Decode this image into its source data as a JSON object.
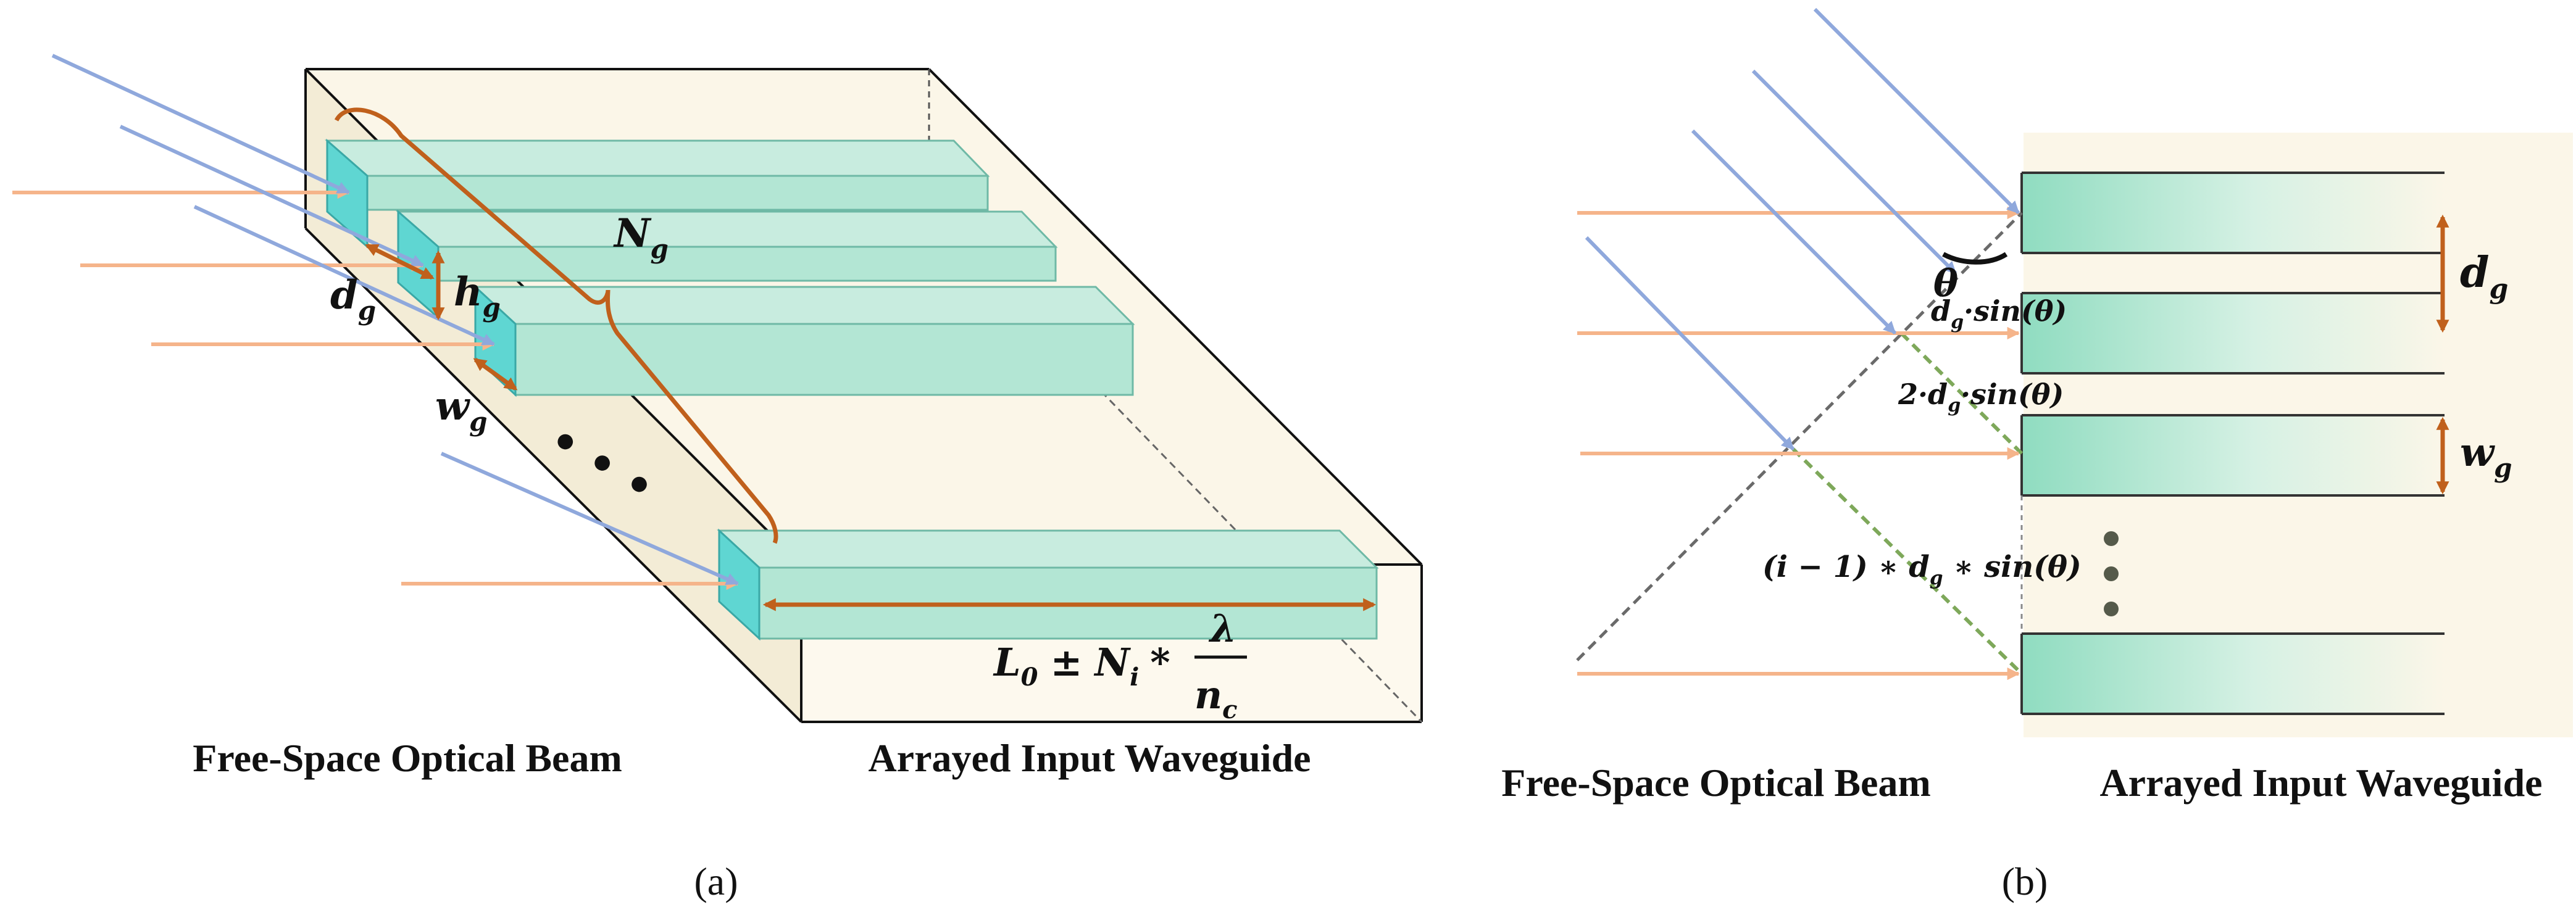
{
  "panel_a": {
    "labels": {
      "Ng_main": "N",
      "Ng_sub": "g",
      "dg_main": "d",
      "dg_sub": "g",
      "hg_main": "h",
      "hg_sub": "g",
      "wg_main": "w",
      "wg_sub": "g",
      "ellipsis": "• • •",
      "length_L": "L",
      "length_L_sub": "0",
      "length_pm": "±",
      "length_N": "N",
      "length_N_sub": "i",
      "length_times": "*",
      "lambda": "λ",
      "nc_main": "n",
      "nc_sub": "c"
    },
    "caption_left": "Free-Space Optical Beam",
    "caption_right": "Arrayed Input Waveguide",
    "sub_caption": "(a)"
  },
  "panel_b": {
    "labels": {
      "theta": "θ",
      "dg_main": "d",
      "dg_sub": "g",
      "wg_main": "w",
      "wg_sub": "g",
      "offset1_d": "d",
      "offset1_sub": "g",
      "offset1_rest": "·sin(θ)",
      "offset2_pre": "2·d",
      "offset2_sub": "g",
      "offset2_rest": "·sin(θ)",
      "offset3_pre": "(i − 1) ∗ d",
      "offset3_sub": "g",
      "offset3_rest": " ∗ sin(θ)"
    },
    "caption_left": "Free-Space Optical Beam",
    "caption_right": "Arrayed Input Waveguide",
    "sub_caption": "(b)"
  },
  "colors": {
    "beam_orange": "#f5b48a",
    "beam_blue": "#8fa8dc",
    "dimension_arrow": "#c0601c",
    "waveguide_fill": "#b3e6d4",
    "waveguide_face": "#5fd6d2",
    "substrate_fill": "#fbf6e8",
    "dash_gray": "#6a6a6a",
    "dash_green": "#7ea85a"
  }
}
